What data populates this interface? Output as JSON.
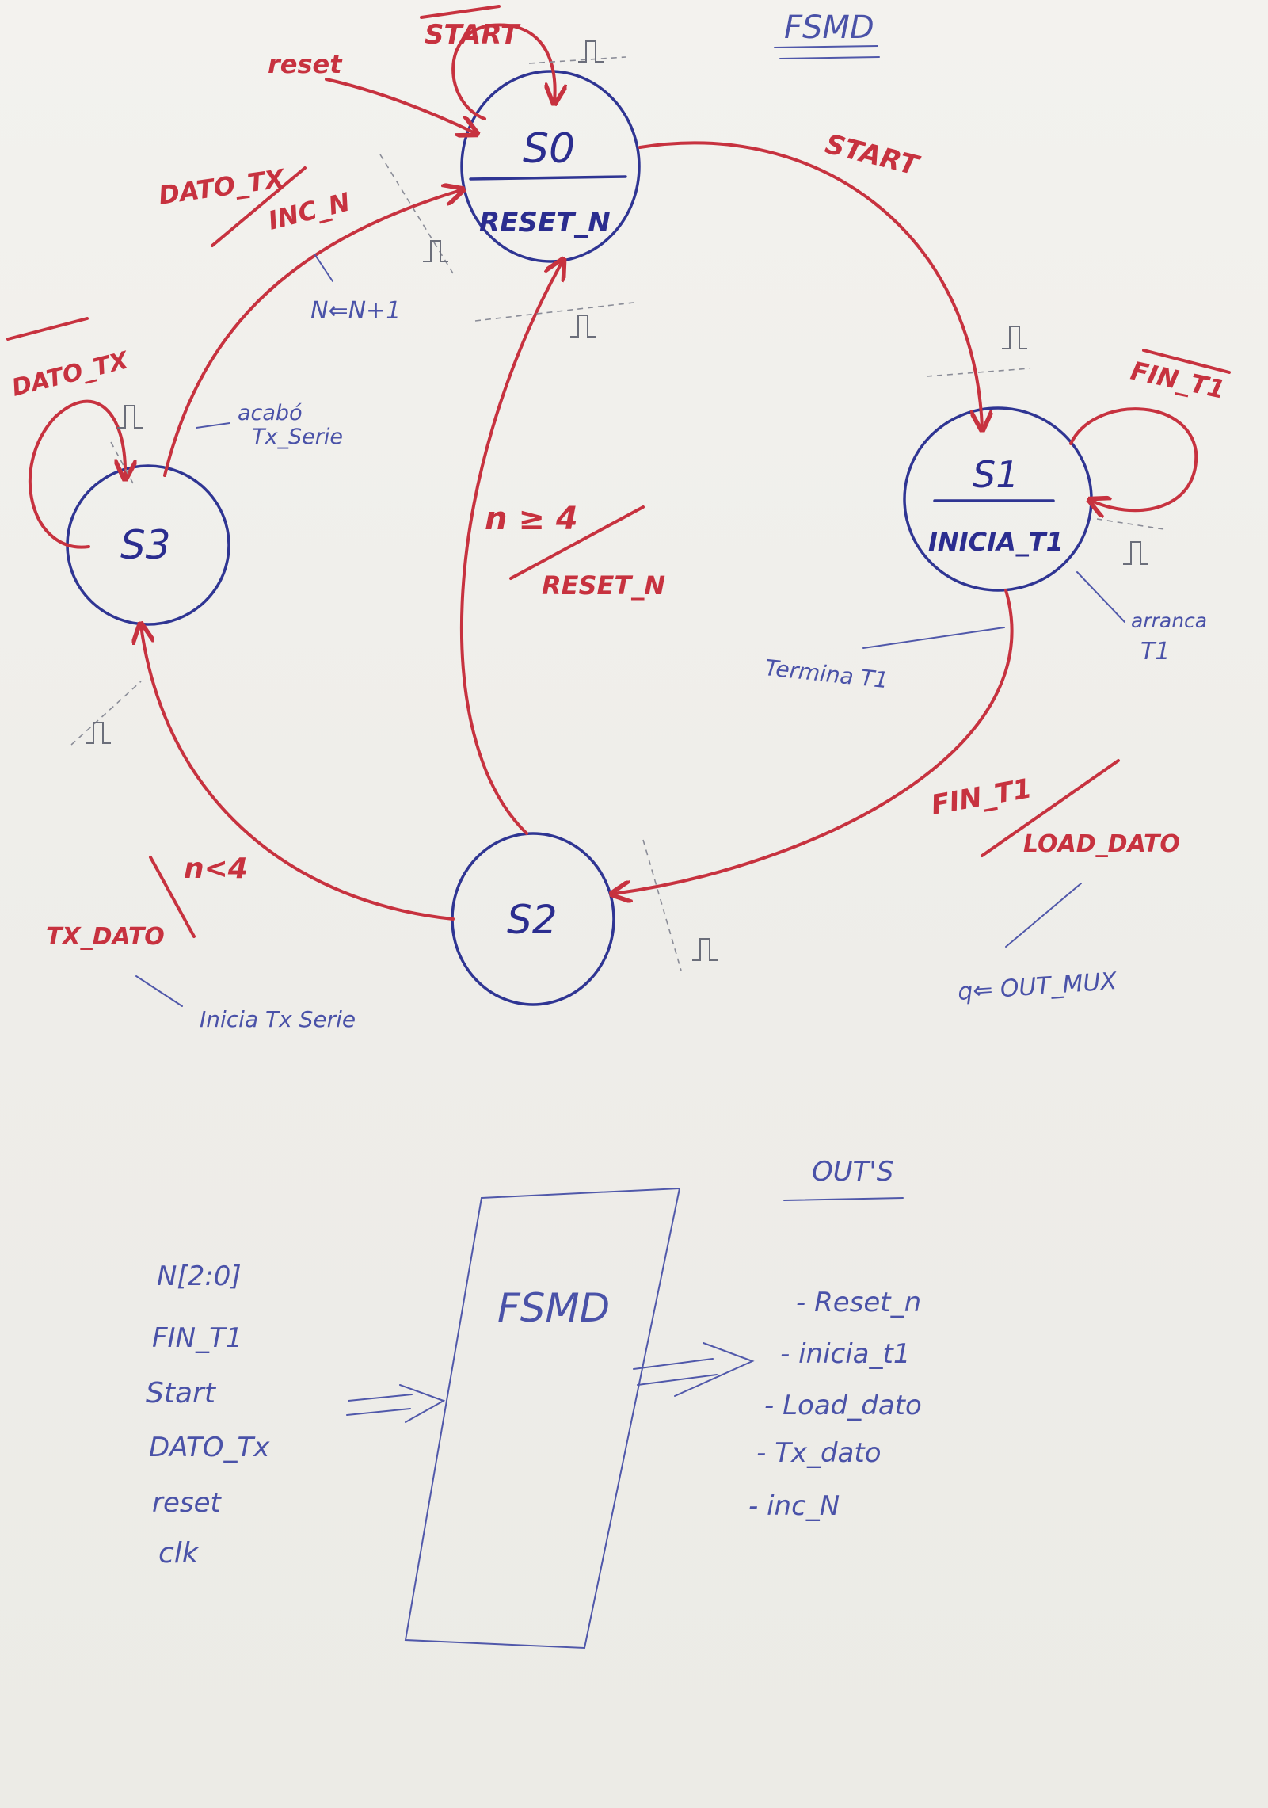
{
  "diagram": {
    "title": "FSMD",
    "states": [
      {
        "id": "S0",
        "label": "S0",
        "output": "RESET_N"
      },
      {
        "id": "S1",
        "label": "S1",
        "output": "INICIA_T1"
      },
      {
        "id": "S2",
        "label": "S2",
        "output": ""
      },
      {
        "id": "S3",
        "label": "S3",
        "output": ""
      }
    ],
    "labels": {
      "reset": "reset",
      "start_self": "START",
      "start_s0_s1": "START",
      "fin_t1_self": "FIN_T1",
      "fin_t1_s1_s2": "FIN_T1",
      "load_dato": "LOAD_DATO",
      "n_ge_4": "n ≥ 4",
      "reset_n": "RESET_N",
      "n_lt_4": "n<4",
      "tx_dato": "TX_DATO",
      "dato_tx_self": "DATO_TX",
      "dato_tx_s3_s0": "DATO_TX",
      "inc_n": "INC_N"
    },
    "notes": {
      "n_update": "N⇐N+1",
      "acabo_tx": [
        "acabó",
        "Tx_Serie"
      ],
      "arranca_t1": [
        "arranca",
        "T1"
      ],
      "termina_t1": "Termina T1",
      "q_out_mux": "q⇐ OUT_MUX",
      "inicia_tx_serie": "Inicia Tx Serie"
    },
    "block": {
      "label": "FSMD",
      "inputs": [
        "N[2:0]",
        "FIN_T1",
        "Start",
        "DATO_Tx",
        "reset",
        "clk"
      ],
      "outputs_title": "OUT'S",
      "outputs": [
        "- Reset_n",
        "- inicia_t1",
        "- Load_dato",
        "- Tx_dato",
        "- inc_N"
      ]
    },
    "colors": {
      "transition": "#c7323f",
      "state": "#2f3593",
      "note": "#5058aa",
      "paper": "#f1f0ec"
    }
  }
}
